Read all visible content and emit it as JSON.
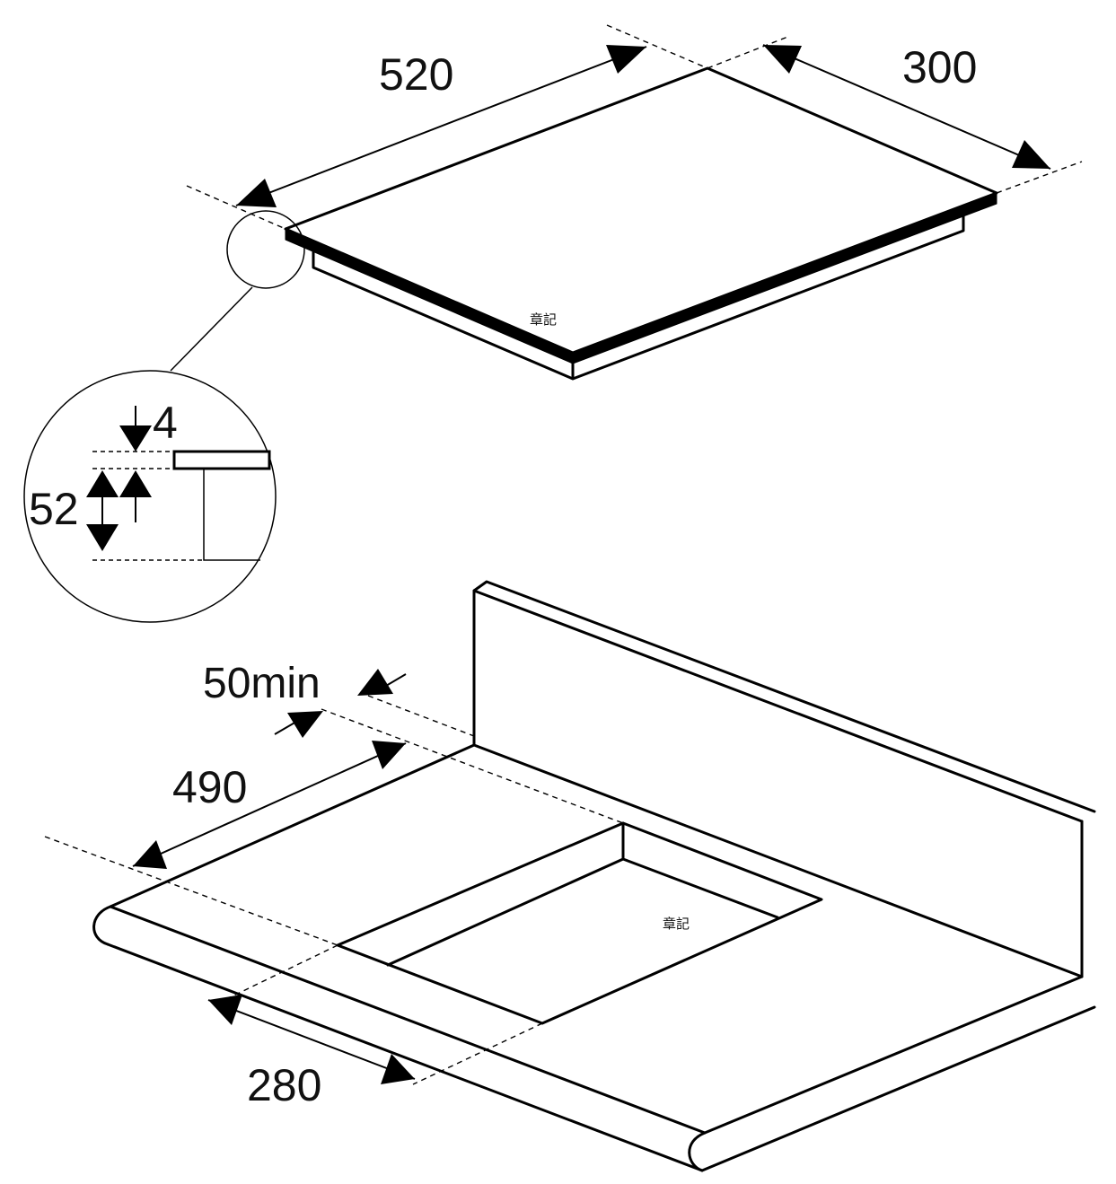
{
  "hob": {
    "width_label": "520",
    "depth_label": "300",
    "watermark": "章記"
  },
  "detail": {
    "glass_thickness_label": "4",
    "body_height_label": "52"
  },
  "worktop": {
    "min_clearance_label": "50min",
    "cutout_width_label": "490",
    "cutout_depth_label": "280",
    "watermark": "章記"
  }
}
